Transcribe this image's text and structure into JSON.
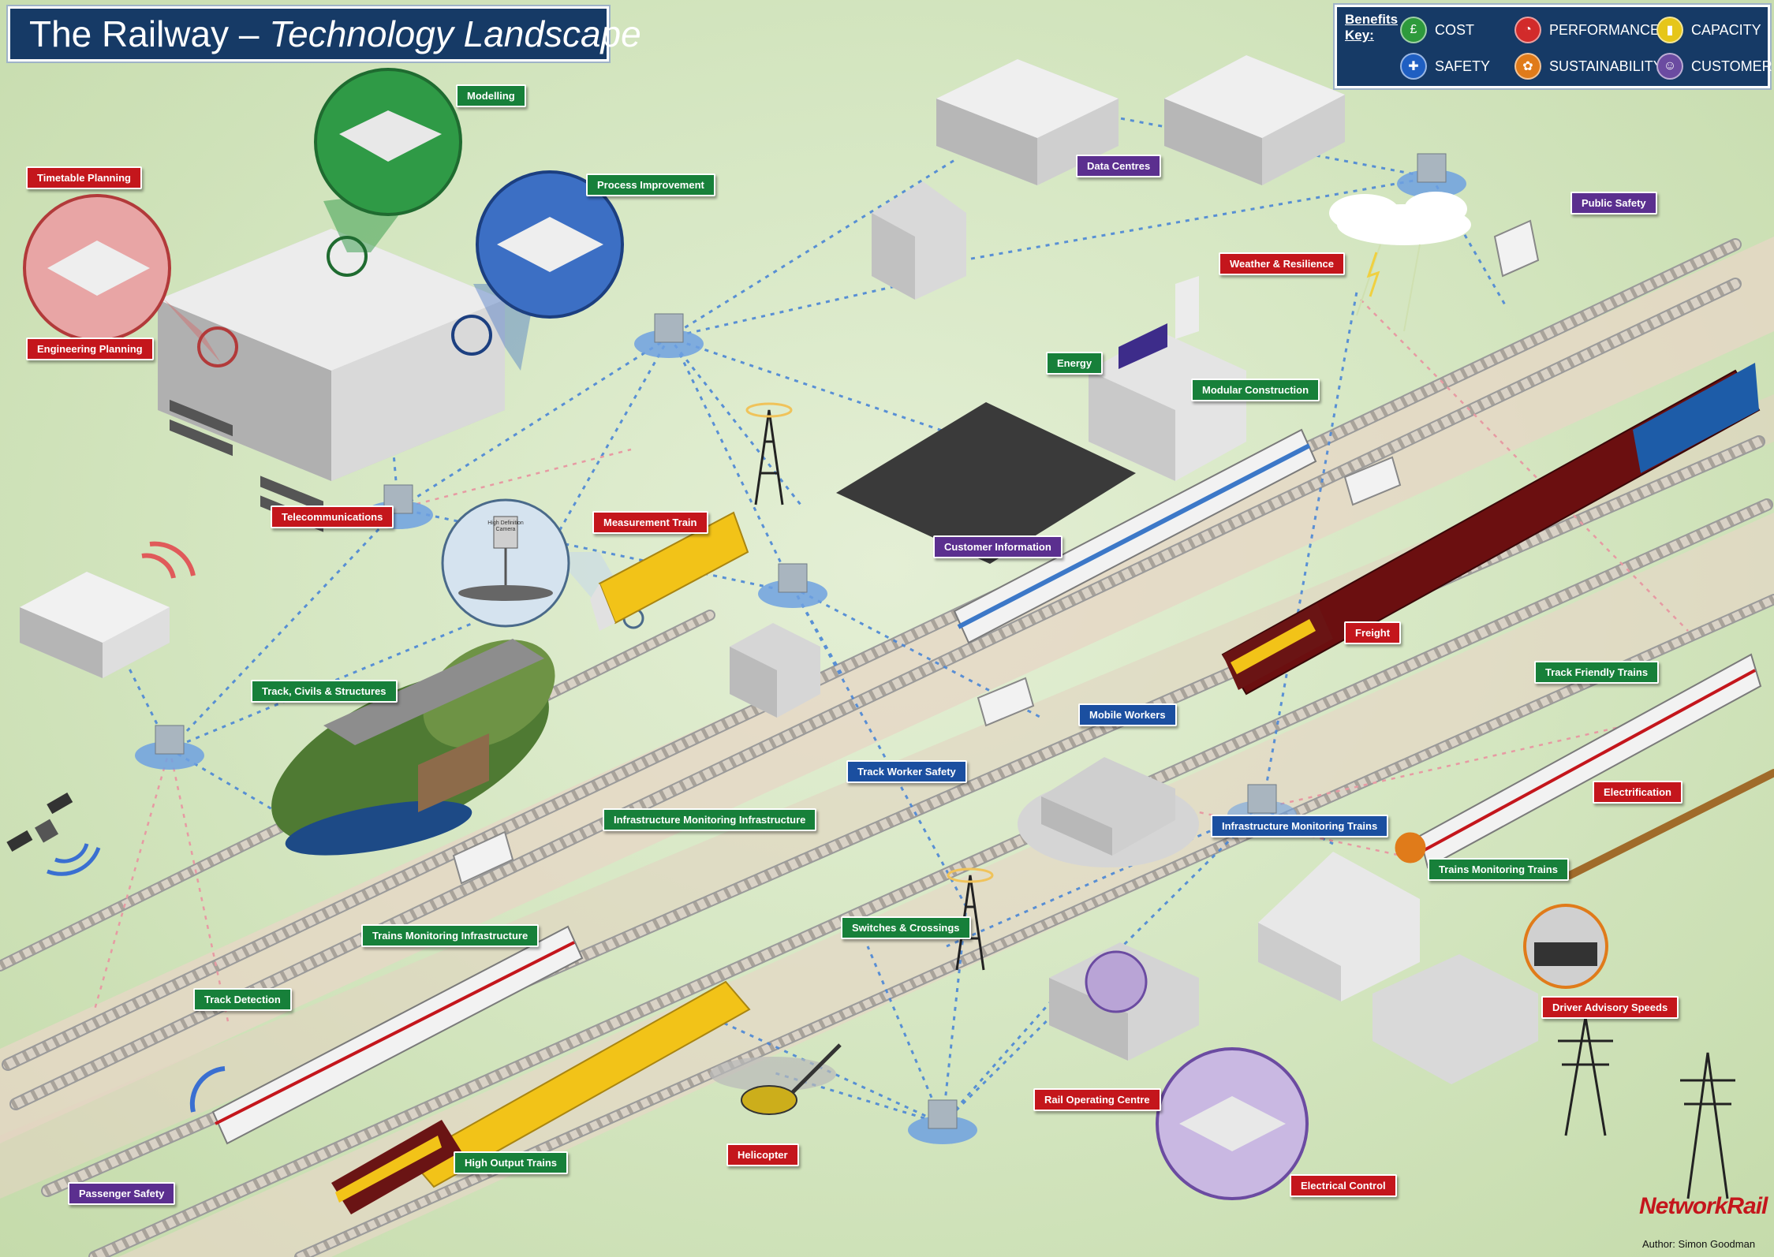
{
  "title": {
    "main": "The Railway – ",
    "italic": "Technology Landscape"
  },
  "benefits_key": {
    "heading_line1": "Benefits",
    "heading_line2": "Key:",
    "items": [
      {
        "label": "COST",
        "color": "#2e9a3c",
        "icon": "cost-icon"
      },
      {
        "label": "PERFORMANCE",
        "color": "#d22b2b",
        "icon": "performance-icon"
      },
      {
        "label": "CAPACITY",
        "color": "#e6c619",
        "icon": "capacity-icon"
      },
      {
        "label": "SAFETY",
        "color": "#1f5fc2",
        "icon": "safety-icon"
      },
      {
        "label": "SUSTAINABILITY",
        "color": "#e07b1a",
        "icon": "sustainability-icon"
      },
      {
        "label": "CUSTOMER",
        "color": "#6b4ba1",
        "icon": "customer-icon"
      }
    ]
  },
  "colors": {
    "red": "#c4161c",
    "green": "#17803a",
    "blue": "#1b4fa0",
    "purple": "#5b2f8f",
    "navy": "#163a66"
  },
  "labels": {
    "modelling": "Modelling",
    "timetable_planning": "Timetable Planning",
    "process_improvement": "Process Improvement",
    "engineering_planning": "Engineering Planning",
    "telecommunications": "Telecommunications",
    "measurement_train": "Measurement Train",
    "track_civils_structures": "Track, Civils & Structures",
    "data_centres": "Data Centres",
    "public_safety": "Public Safety",
    "weather_resilience": "Weather & Resilience",
    "energy": "Energy",
    "modular_construction": "Modular Construction",
    "customer_information": "Customer Information",
    "freight": "Freight",
    "track_friendly_trains": "Track Friendly Trains",
    "mobile_workers": "Mobile Workers",
    "track_worker_safety": "Track Worker Safety",
    "infrastructure_monitoring_infrastructure": "Infrastructure Monitoring Infrastructure",
    "infrastructure_monitoring_trains": "Infrastructure Monitoring Trains",
    "electrification": "Electrification",
    "trains_monitoring_trains": "Trains Monitoring Trains",
    "switches_crossings": "Switches & Crossings",
    "trains_monitoring_infrastructure": "Trains Monitoring Infrastructure",
    "track_detection": "Track Detection",
    "driver_advisory_speeds": "Driver Advisory Speeds",
    "rail_operating_centre": "Rail Operating Centre",
    "helicopter": "Helicopter",
    "high_output_trains": "High Output Trains",
    "electrical_control": "Electrical Control",
    "passenger_safety": "Passenger Safety"
  },
  "camera_caption": "High Definition Camera",
  "brand": "NetworkRail",
  "author": "Author: Simon Goodman"
}
